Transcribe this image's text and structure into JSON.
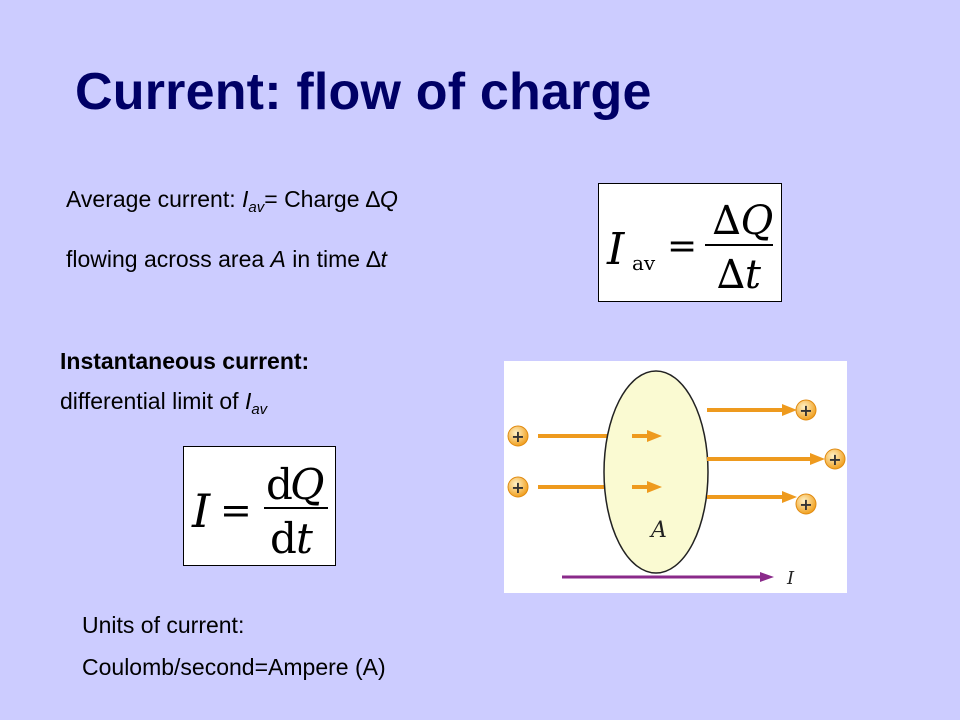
{
  "slide": {
    "title": "Current: flow of charge",
    "average": {
      "line1_prefix": "Average current: ",
      "line1_var": "I",
      "line1_sub": "av",
      "line1_mid": "= Charge ",
      "line1_delta": "∆",
      "line1_q": "Q",
      "line2_prefix": "flowing across area ",
      "line2_var": "A",
      "line2_mid": " in time ",
      "line2_delta": "∆",
      "line2_t": "t"
    },
    "instantaneous": {
      "heading": "Instantaneous current:",
      "text_prefix": "differential limit of ",
      "text_var": "I",
      "text_sub": "av"
    },
    "units": {
      "line1": "Units of current:",
      "line2": "Coulomb/second=Ampere (A)"
    },
    "equation_average": {
      "lhs": "I",
      "lhs_sub": "av",
      "equals": "=",
      "numerator": "∆Q",
      "denominator": "∆t"
    },
    "equation_instantaneous": {
      "lhs": "I",
      "equals": "=",
      "numerator_d": "d",
      "numerator_q": "Q",
      "denominator_d": "d",
      "denominator_t": "t"
    },
    "figure": {
      "area_label": "A",
      "current_label": "I",
      "charge_symbol": "+",
      "colors": {
        "disk": "#fafad2",
        "arrow": "#ee9a1e",
        "charge": "#f5a623",
        "current_arrow": "#8a2a8a"
      }
    }
  }
}
